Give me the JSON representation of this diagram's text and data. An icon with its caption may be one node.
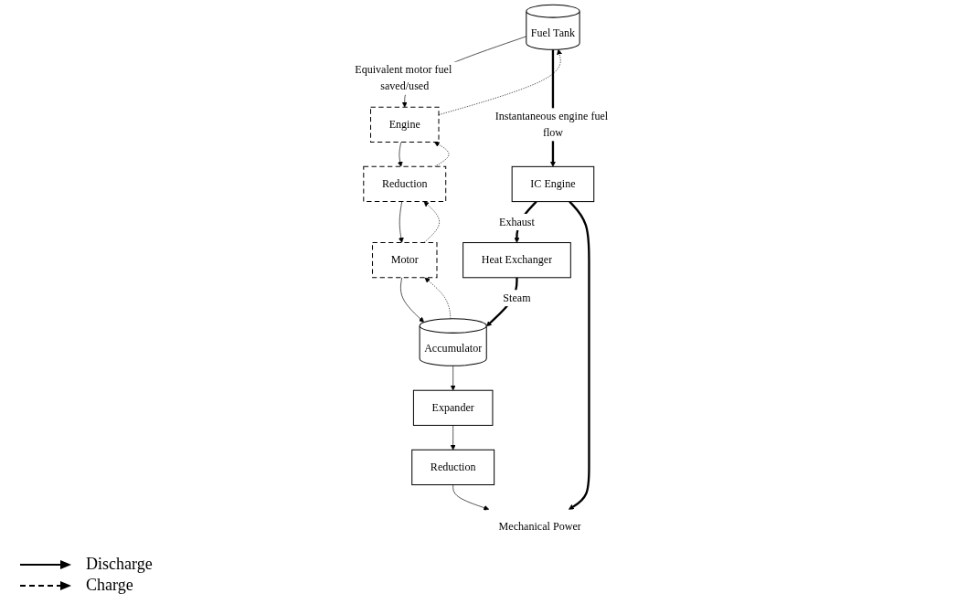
{
  "diagram": {
    "nodes": [
      {
        "text": [
          "Fuel Tank"
        ]
      },
      {
        "text": [
          "Engine"
        ]
      },
      {
        "text": [
          "Reduction"
        ]
      },
      {
        "text": [
          "Motor"
        ]
      },
      {
        "text": [
          "IC Engine"
        ]
      },
      {
        "text": [
          "Heat Exchanger"
        ]
      },
      {
        "text": [
          "Accumulator"
        ]
      },
      {
        "text": [
          "Expander"
        ]
      },
      {
        "text": [
          "Reduction"
        ]
      },
      {
        "text": [
          "Mechanical Power"
        ]
      }
    ],
    "edges": [
      {
        "from": 0,
        "to": 1,
        "arrow": "to",
        "label": "Equivalent motor fuel saved/used"
      },
      {
        "from": 1,
        "to": 0,
        "arrow": "to",
        "style": "dashed"
      },
      {
        "from": 1,
        "to": 2,
        "arrow": "to"
      },
      {
        "from": 2,
        "to": 1,
        "arrow": "to",
        "style": "dashed"
      },
      {
        "from": 2,
        "to": 3,
        "arrow": "to"
      },
      {
        "from": 3,
        "to": 2,
        "arrow": "to",
        "style": "dashed"
      },
      {
        "from": 3,
        "to": 6,
        "arrow": "to"
      },
      {
        "from": 6,
        "to": 3,
        "arrow": "to",
        "style": "dashed"
      },
      {
        "from": 0,
        "to": 4,
        "arrow": "to",
        "style": "thick",
        "label": "Instantaneous engine fuel flow"
      },
      {
        "from": 4,
        "to": 5,
        "arrow": "to",
        "style": "thick",
        "label": "Exhaust"
      },
      {
        "from": 5,
        "to": 6,
        "arrow": "to",
        "style": "thick",
        "label": "Steam"
      },
      {
        "from": 4,
        "to": 9,
        "arrow": "to",
        "style": "thick"
      },
      {
        "from": 6,
        "to": 7,
        "arrow": "to"
      },
      {
        "from": 7,
        "to": 8,
        "arrow": "to"
      },
      {
        "from": 8,
        "to": 9,
        "arrow": "to"
      }
    ],
    "legend": [
      {
        "text": "Discharge"
      },
      {
        "text": "Charge"
      }
    ]
  }
}
